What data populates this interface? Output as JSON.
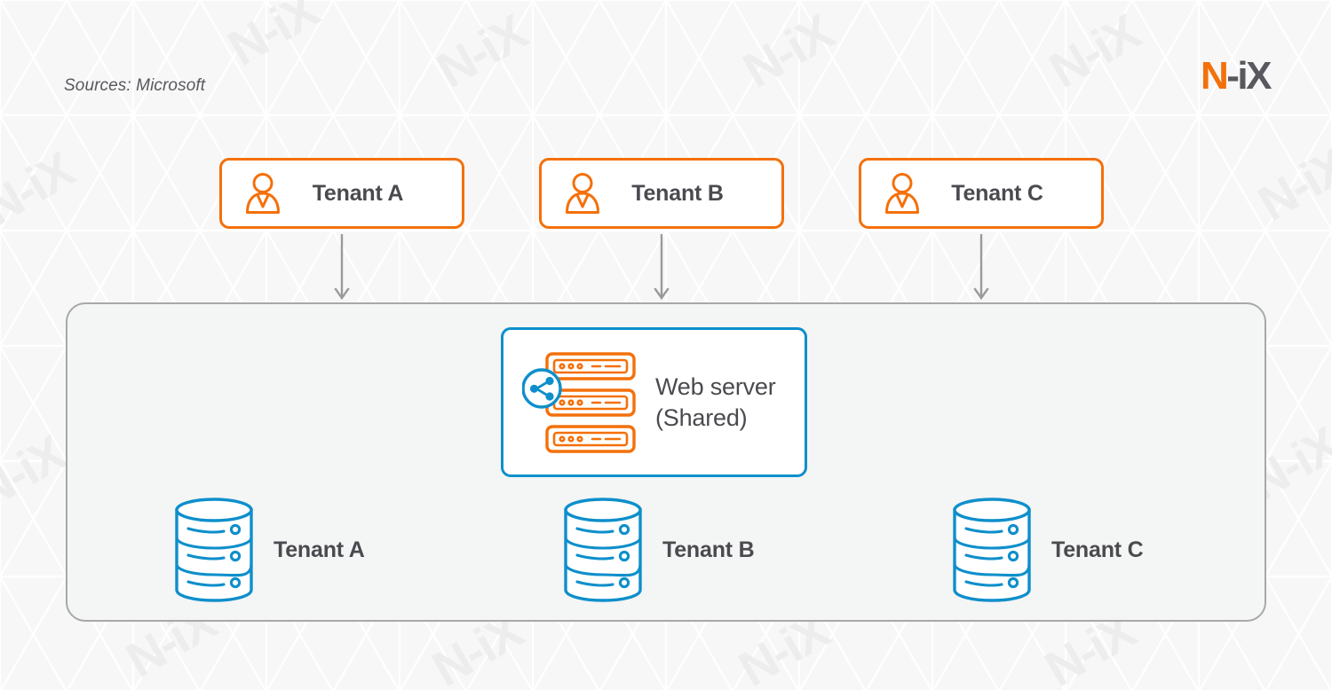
{
  "source_note": "Sources: Microsoft",
  "brand": {
    "prefix": "N",
    "suffix": "-iX",
    "accent_color": "#f4700a",
    "text_color": "#58585e"
  },
  "watermark_text": "N-iX",
  "colors": {
    "orange": "#f4700a",
    "blue": "#0e8fcb",
    "text_dark": "#4a4a4f",
    "container_border": "#a8a8a8",
    "container_fill": "#f4f5f5",
    "page_background": "#f7f7f8",
    "arrow": "#9a9a9a"
  },
  "tenants": [
    {
      "label": "Tenant A",
      "icon": "person-icon"
    },
    {
      "label": "Tenant B",
      "icon": "person-icon"
    },
    {
      "label": "Tenant C",
      "icon": "person-icon"
    }
  ],
  "arrows": [
    {
      "name": "arrow-tenant-a-to-infra"
    },
    {
      "name": "arrow-tenant-b-to-infra"
    },
    {
      "name": "arrow-tenant-c-to-infra"
    }
  ],
  "web_server": {
    "line1": "Web server",
    "line2": "(Shared)",
    "icon": "server-rack-icon",
    "badge_icon": "share-icon"
  },
  "databases": [
    {
      "label": "Tenant A",
      "icon": "database-icon"
    },
    {
      "label": "Tenant B",
      "icon": "database-icon"
    },
    {
      "label": "Tenant C",
      "icon": "database-icon"
    }
  ]
}
